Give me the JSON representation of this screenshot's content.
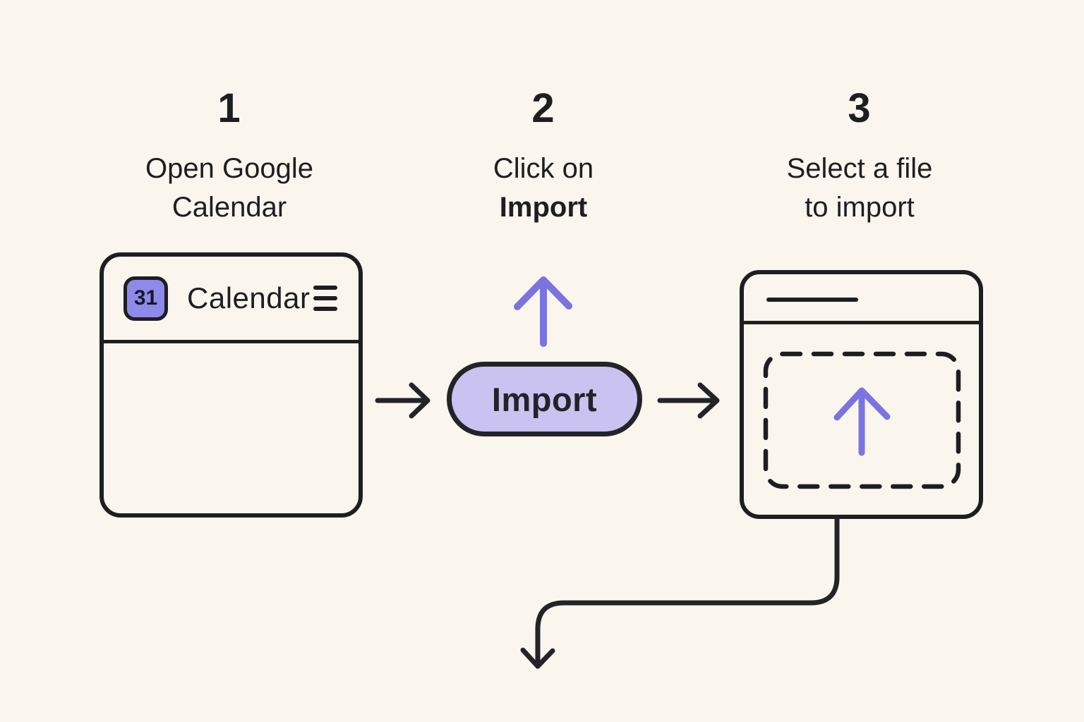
{
  "colors": {
    "background": "#FAF6EE",
    "ink": "#1E1E22",
    "purple": "#7B74E0",
    "purple_light": "#CAC2F0",
    "purple_icon": "#8E8AE9"
  },
  "steps": [
    {
      "number": "1",
      "line1": "Open Google",
      "line2": "Calendar"
    },
    {
      "number": "2",
      "line1": "Click on",
      "line2": "Import"
    },
    {
      "number": "3",
      "line1": "Select a file",
      "line2": "to import"
    }
  ],
  "calendar_window": {
    "icon_day": "31",
    "title": "Calendar"
  },
  "import_button": {
    "label": "Import"
  }
}
